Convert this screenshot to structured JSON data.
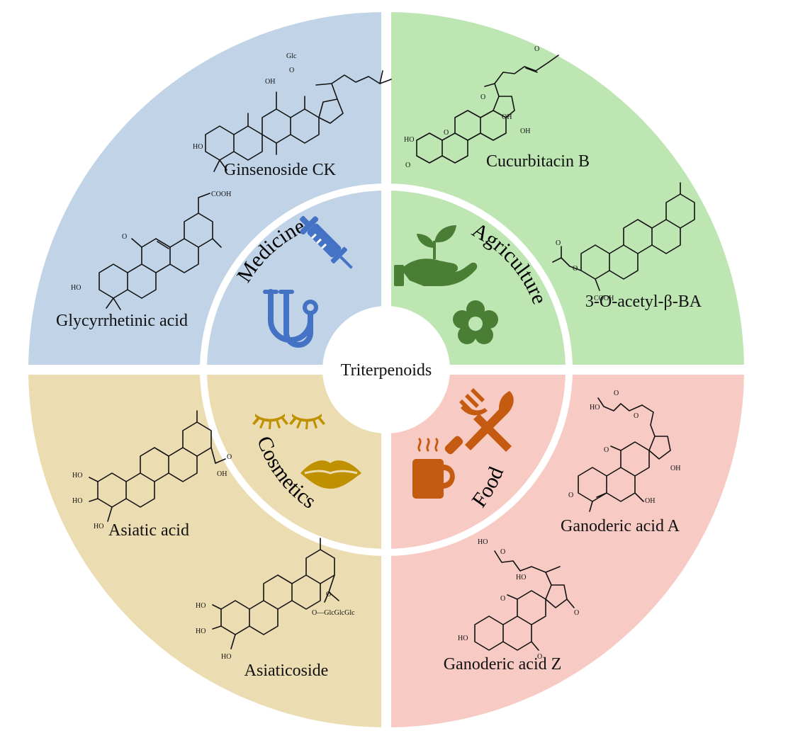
{
  "center_label": "Triterpenoids",
  "colors": {
    "medicine": "#c0d3e7",
    "agriculture": "#bde6b3",
    "food": "#f8cac4",
    "cosmetics": "#ecdcb1",
    "medicine_icon": "#4472c4",
    "agriculture_icon": "#4b7e35",
    "food_icon": "#c55a11",
    "cosmetics_icon": "#bf9000",
    "divider": "#ffffff"
  },
  "categories": {
    "medicine": {
      "label": "Medicine",
      "icons": [
        "syringe-icon",
        "stethoscope-icon"
      ]
    },
    "agriculture": {
      "label": "Agriculture",
      "icons": [
        "hand-plant-icon",
        "flower-icon"
      ]
    },
    "food": {
      "label": "Food",
      "icons": [
        "fork-knife-icon",
        "coffee-cup-icon"
      ]
    },
    "cosmetics": {
      "label": "Cosmetics",
      "icons": [
        "eyelashes-icon",
        "lips-icon"
      ]
    }
  },
  "compounds": {
    "ginsenoside_ck": {
      "name": "Ginsenoside CK",
      "atoms": [
        "Glc",
        "O",
        "OH",
        "HO"
      ]
    },
    "glycyrrhetinic_acid": {
      "name": "Glycyrrhetinic acid",
      "atoms": [
        "COOH",
        "O",
        "HO"
      ]
    },
    "cucurbitacin_b": {
      "name": "Cucurbitacin B",
      "atoms": [
        "O",
        "O",
        "O",
        "OH",
        "OH",
        "HO",
        "O"
      ]
    },
    "acetyl_bba": {
      "name": "3-O-acetyl-β-BA",
      "atoms": [
        "O",
        "O",
        "COOH"
      ]
    },
    "asiatic_acid": {
      "name": "Asiatic acid",
      "atoms": [
        "HO",
        "HO",
        "HO",
        "O",
        "OH"
      ]
    },
    "asiaticoside": {
      "name": "Asiaticoside",
      "atoms": [
        "HO",
        "HO",
        "HO",
        "O",
        "O—GlcGlcGlc"
      ]
    },
    "ganoderic_acid_a": {
      "name": "Ganoderic acid A",
      "atoms": [
        "HO",
        "O",
        "O",
        "O",
        "O",
        "OH",
        "OH"
      ]
    },
    "ganoderic_acid_z": {
      "name": "Ganoderic acid Z",
      "atoms": [
        "HO",
        "O",
        "HO",
        "O",
        "O",
        "O",
        "HO"
      ]
    }
  }
}
